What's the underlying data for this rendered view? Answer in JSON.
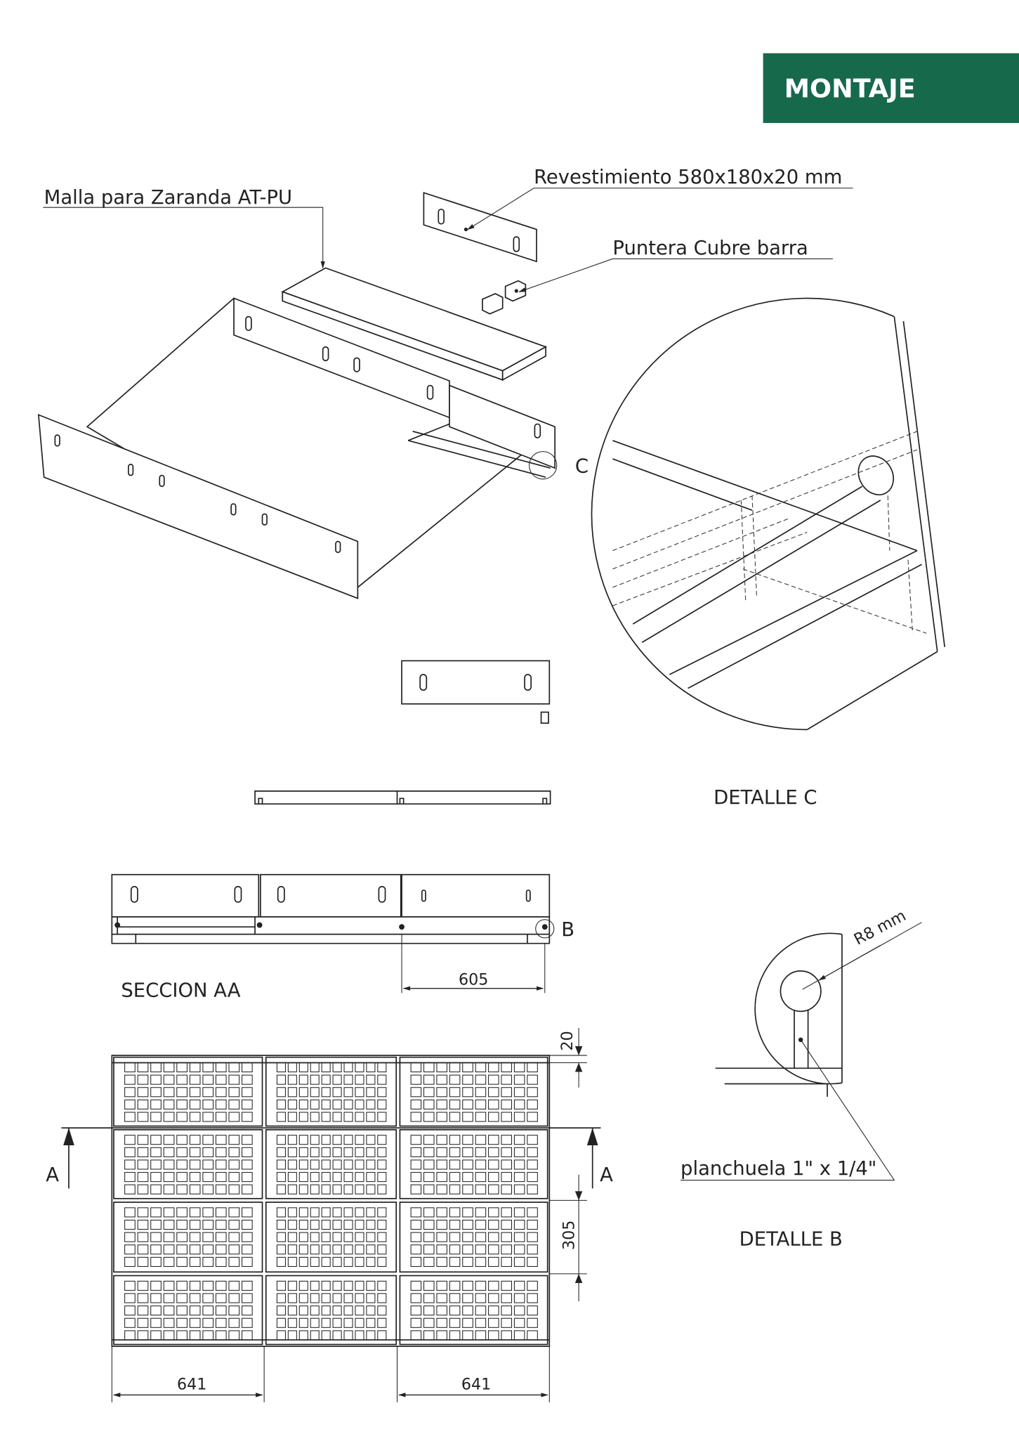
{
  "header": {
    "title": "MONTAJE",
    "color": "#17694c"
  },
  "callouts": {
    "revestimiento": "Revestimiento 580x180x20 mm",
    "malla": "Malla para Zaranda AT-PU",
    "puntera": "Puntera Cubre barra",
    "detail_c_marker": "C",
    "detail_b_marker": "B",
    "radius": "R8 mm",
    "planchuela": "planchuela 1\" x 1/4\""
  },
  "views": {
    "detalle_c": "DETALLE C",
    "detalle_b": "DETALLE B",
    "seccion_aa": "SECCION AA",
    "section_marker_left": "A",
    "section_marker_right": "A"
  },
  "dimensions": {
    "section_width": "605",
    "lining_thickness": "20",
    "panel_pitch": "305",
    "width_left": "641",
    "width_right": "641"
  }
}
